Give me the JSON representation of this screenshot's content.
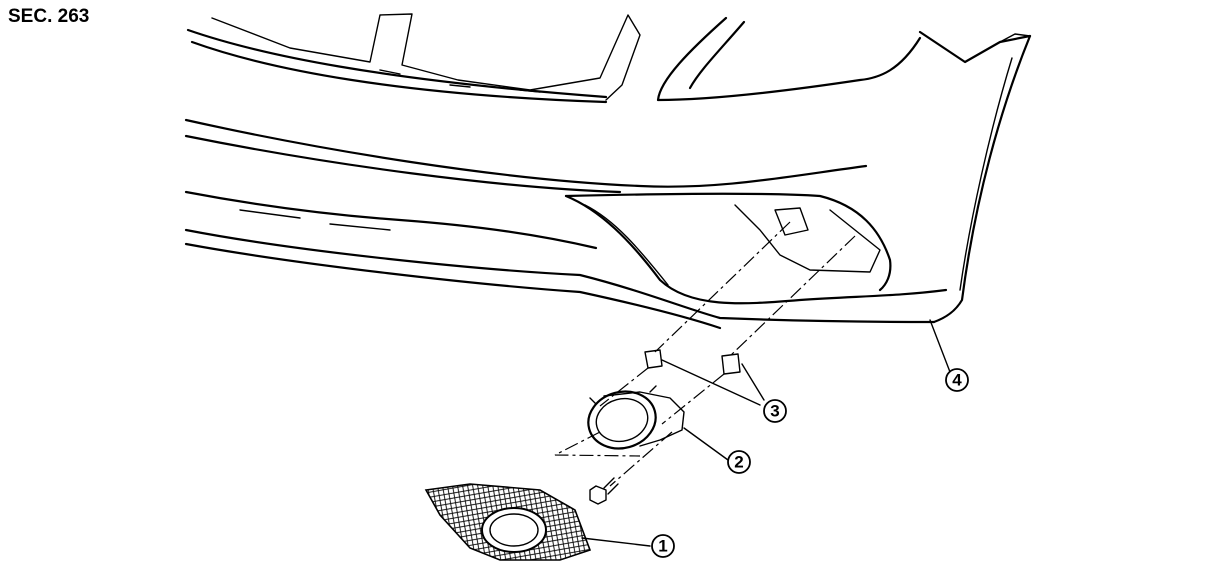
{
  "section_label": "SEC. 263",
  "callouts": [
    {
      "id": "front-fog-lamp-finisher",
      "label": "1"
    },
    {
      "id": "front-fog-lamp",
      "label": "2"
    },
    {
      "id": "clip",
      "label": "3"
    },
    {
      "id": "front-bumper-fascia",
      "label": "4"
    }
  ]
}
